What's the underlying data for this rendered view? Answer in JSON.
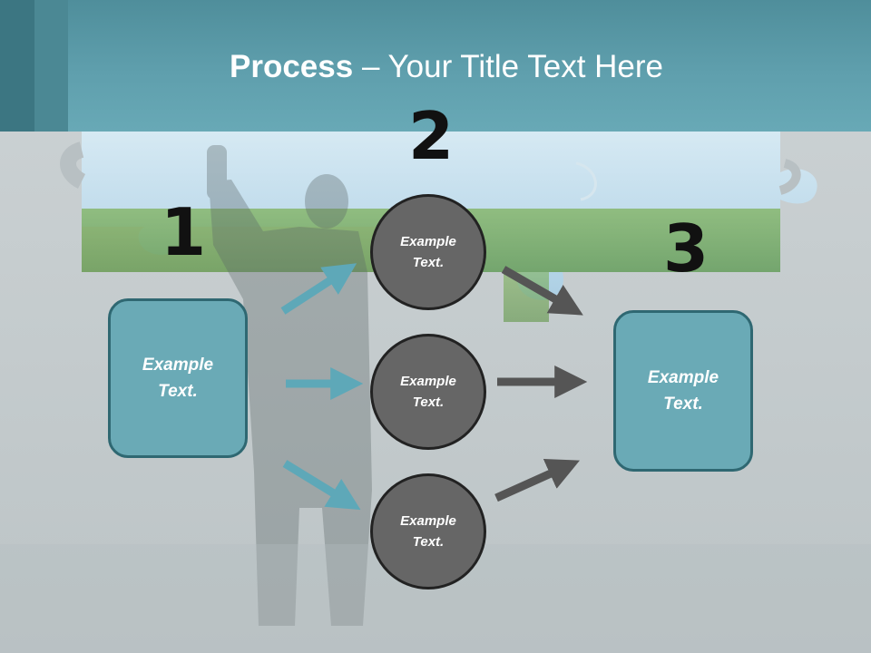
{
  "slide": {
    "title_bold": "Process",
    "title_dash": " – ",
    "title_rest": "Your Title Text Here"
  },
  "steps": [
    {
      "number": "1"
    },
    {
      "number": "2"
    },
    {
      "number": "3"
    }
  ],
  "left_box": {
    "text": "Example\nText."
  },
  "circles": [
    {
      "text": "Example\nText."
    },
    {
      "text": "Example\nText."
    },
    {
      "text": "Example\nText."
    }
  ],
  "right_box": {
    "text": "Example\nText."
  },
  "colors": {
    "header": "#5f9fad",
    "box_fill": "#6aaab6",
    "box_border": "#2f6872",
    "circle_fill": "#666666",
    "circle_border": "#222222",
    "arrow_teal": "#5ea8b8",
    "arrow_gray": "#555555"
  }
}
